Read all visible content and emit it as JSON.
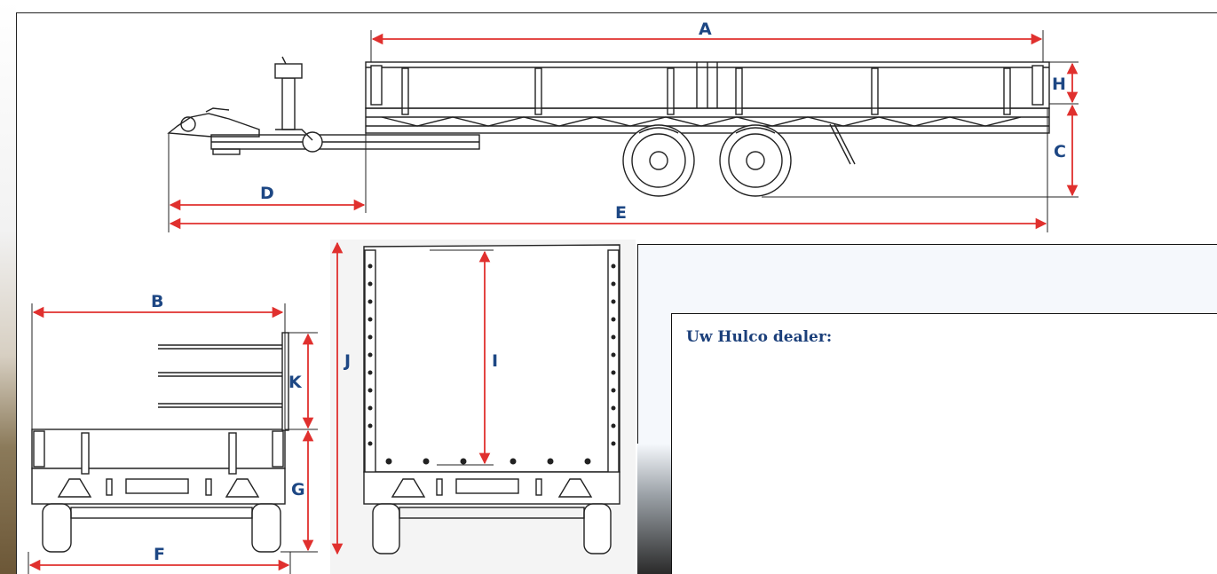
{
  "dimension_labels": {
    "a": "A",
    "b": "B",
    "c": "C",
    "d": "D",
    "e": "E",
    "f": "F",
    "g": "G",
    "h": "H",
    "i": "I",
    "j": "J",
    "k": "K"
  },
  "dealer_panel": {
    "label": "Uw Hulco dealer:"
  },
  "colors": {
    "dimension_arrow": "#e0302e",
    "label": "#1d4784",
    "line": "#222222"
  }
}
